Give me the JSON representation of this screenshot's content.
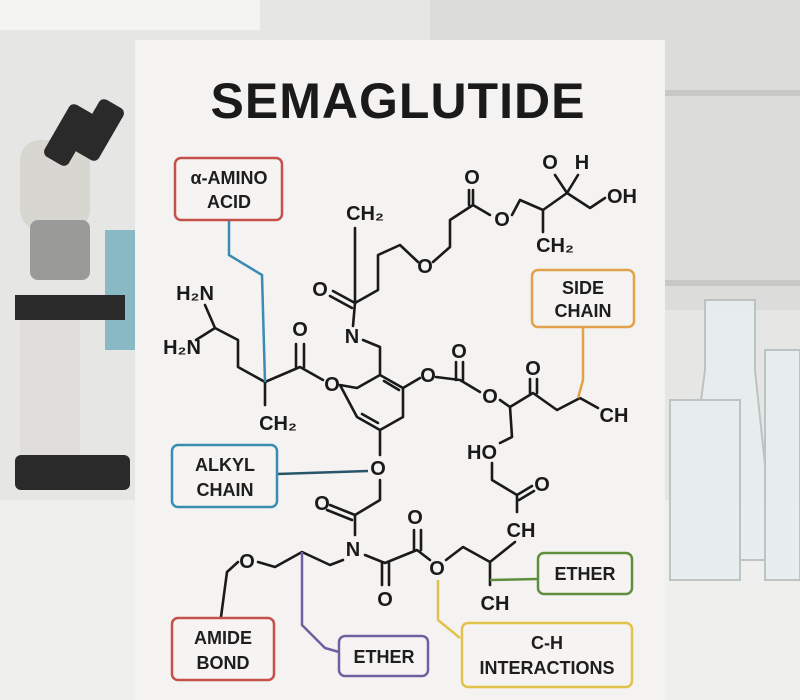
{
  "poster": {
    "title": "SEMAGLUTIDE",
    "labels": {
      "amino_acid": [
        "α-AMINO",
        "ACID"
      ],
      "side_chain": [
        "SIDE",
        "CHAIN"
      ],
      "alkyl_chain": [
        "ALKYL",
        "CHAIN"
      ],
      "amide_bond": [
        "AMIDE",
        "BOND"
      ],
      "ether_purple": "ETHER",
      "ether_green": "ETHER",
      "ch_interactions": [
        "C-H",
        "INTERACTIONS"
      ]
    },
    "atoms": [
      "CH₂",
      "O",
      "O",
      "O",
      "H",
      "OH",
      "CH₂",
      "O",
      "O",
      "H₂N",
      "H₂N",
      "N",
      "O",
      "O",
      "O",
      "O",
      "O",
      "O",
      "CH",
      "CH₂",
      "HO",
      "O",
      "O",
      "O",
      "CH",
      "O",
      "N",
      "O",
      "O",
      "O",
      "CH"
    ],
    "colors": {
      "red": "#c4504a",
      "orange": "#e0a24a",
      "blue": "#3b8bb3",
      "purple": "#6f5fa0",
      "green": "#5f8f3e",
      "yellow": "#e2c24a"
    }
  }
}
